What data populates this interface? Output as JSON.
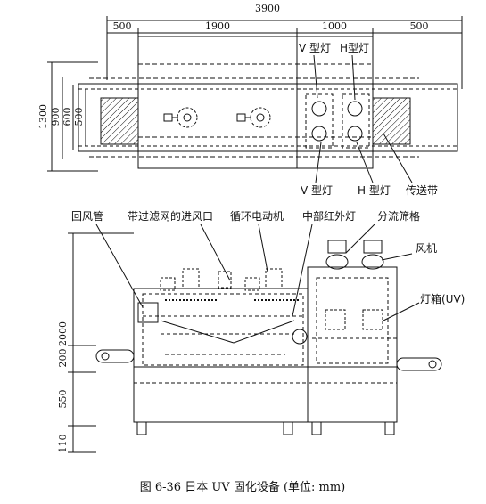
{
  "top_view": {
    "overall_width": "3900",
    "seg1": "500",
    "seg2": "1900",
    "seg3": "1000",
    "seg4": "500",
    "h_outer": "1300",
    "h_900": "900",
    "h_600": "600",
    "h_500": "500",
    "v_lamp_top": "V 型灯",
    "h_lamp_top": "H型灯",
    "v_lamp_bottom": "V 型灯",
    "h_lamp_bottom": "H 型灯",
    "conveyor": "传送带"
  },
  "front_view": {
    "return_duct": "回风管",
    "filtered_inlet": "带过滤网的进风口",
    "circ_motor": "循环电动机",
    "mid_ir_lamp": "中部红外灯",
    "diverter_grid": "分流筛格",
    "fan": "风机",
    "lamp_box": "灯箱(UV)",
    "h_2000": "2000",
    "h_200": "200",
    "h_550": "550",
    "h_110": "110"
  },
  "caption": "图 6-36 日本 UV 固化设备 (单位: mm)"
}
